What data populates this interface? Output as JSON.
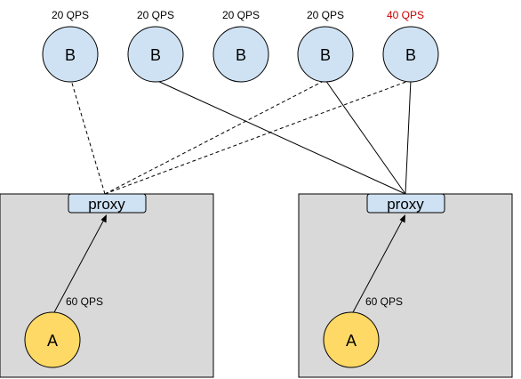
{
  "backends": [
    {
      "label": "B",
      "qps": "20 QPS",
      "qps_color": "#000000"
    },
    {
      "label": "B",
      "qps": "20 QPS",
      "qps_color": "#000000"
    },
    {
      "label": "B",
      "qps": "20 QPS",
      "qps_color": "#000000"
    },
    {
      "label": "B",
      "qps": "20 QPS",
      "qps_color": "#000000"
    },
    {
      "label": "B",
      "qps": "40 QPS",
      "qps_color": "#cc0000"
    }
  ],
  "left_host": {
    "proxy_label": "proxy",
    "client_label": "A",
    "client_qps": "60 QPS"
  },
  "right_host": {
    "proxy_label": "proxy",
    "client_label": "A",
    "client_qps": "60 QPS"
  },
  "colors": {
    "backend_fill": "#cfe2f3",
    "client_fill": "#ffd966",
    "host_fill": "#d9d9d9",
    "proxy_fill": "#cfe2f3",
    "stroke": "#000000",
    "qps_highlight": "#cc0000"
  }
}
